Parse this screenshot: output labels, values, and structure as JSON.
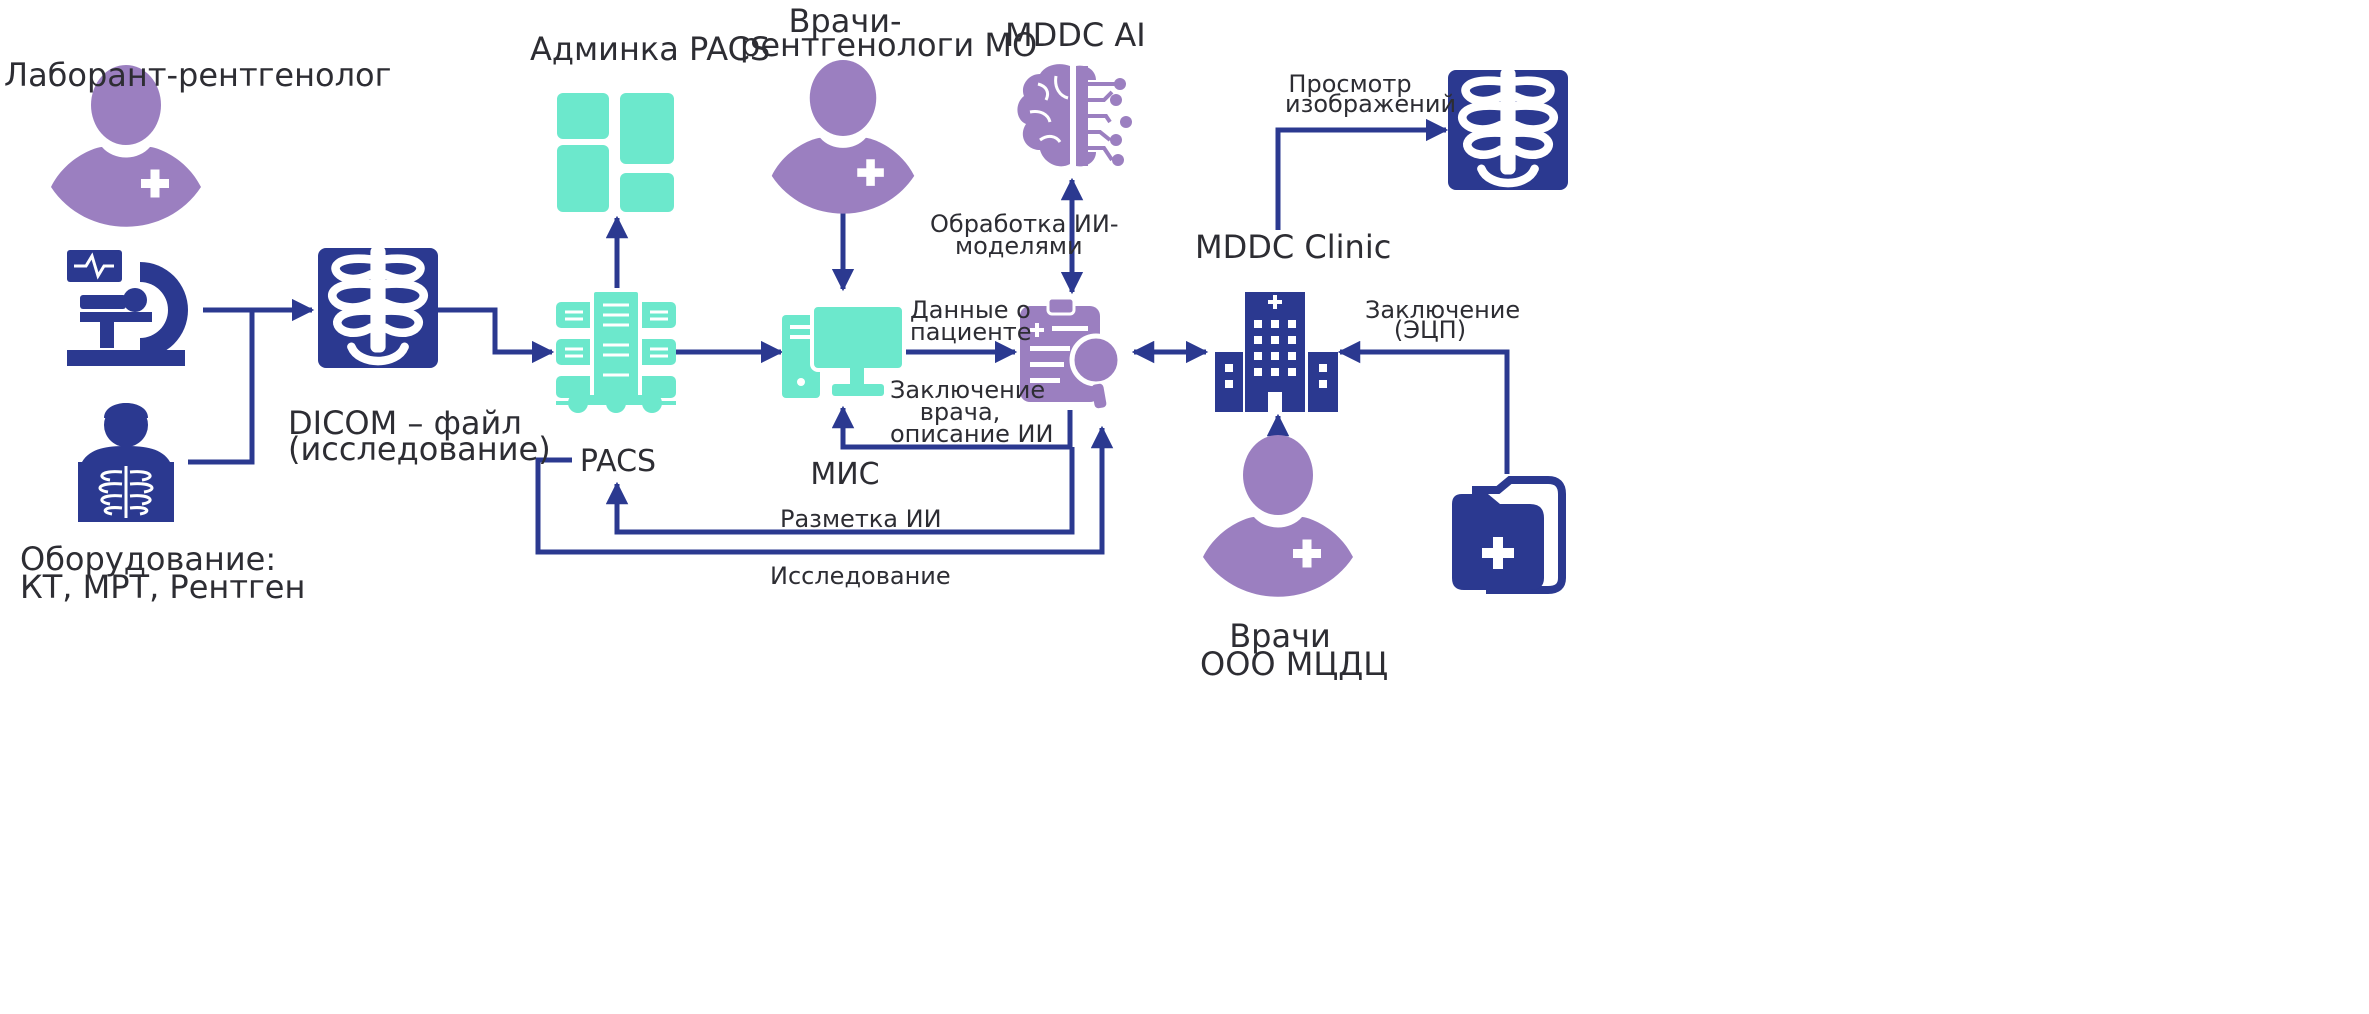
{
  "labels": {
    "lab_tech": "Лаборант-рентгенолог",
    "equipment_line1": "Оборудование:",
    "equipment_line2": "КТ, МРТ, Рентген",
    "dicom_line1": "DICOM – файл",
    "dicom_line2": "(исследование)",
    "admin_pacs": "Админка PACS",
    "pacs": "PACS",
    "doctors_mo_line1": "Врачи-",
    "doctors_mo_line2": "рентгенологи МО",
    "mis": "МИС",
    "mddc_ai": "MDDC AI",
    "ai_processing_line1": "Обработка ИИ-",
    "ai_processing_line2": "моделями",
    "patient_data_line1": "Данные о",
    "patient_data_line2": "пациенте",
    "conclusion_line1": "Заключение",
    "conclusion_line2": "врача,",
    "conclusion_line3": "описание ИИ",
    "markup_ai": "Разметка ИИ",
    "study": "Исследование",
    "image_view_line1": "Просмотр",
    "image_view_line2": "изображений",
    "mddc_clinic": "MDDC Clinic",
    "ecp_line1": "Заключение",
    "ecp_line2": "(ЭЦП)",
    "doctors_ooo_line1": "Врачи",
    "doctors_ooo_line2": "ООО МЦДЦ"
  },
  "colors": {
    "navy": "#2b3990",
    "purple": "#9b7fc0",
    "mint": "#6ce8cc",
    "text": "#2d2d33"
  },
  "icons": {
    "lab_tech": "doctor-avatar-icon",
    "equipment_ct": "ct-scanner-icon",
    "equipment_xray": "xray-person-icon",
    "dicom": "ribcage-xray-icon",
    "admin_pacs": "dashboard-grid-icon",
    "pacs": "server-rack-icon",
    "doctors_mo": "doctor-avatar-icon",
    "mis": "desktop-computer-icon",
    "mddc_ai": "ai-brain-icon",
    "report": "clipboard-search-icon",
    "clinic": "hospital-building-icon",
    "image_view": "ribcage-xray-icon",
    "doctors_ooo": "doctor-avatar-icon",
    "records": "medical-folder-icon"
  }
}
